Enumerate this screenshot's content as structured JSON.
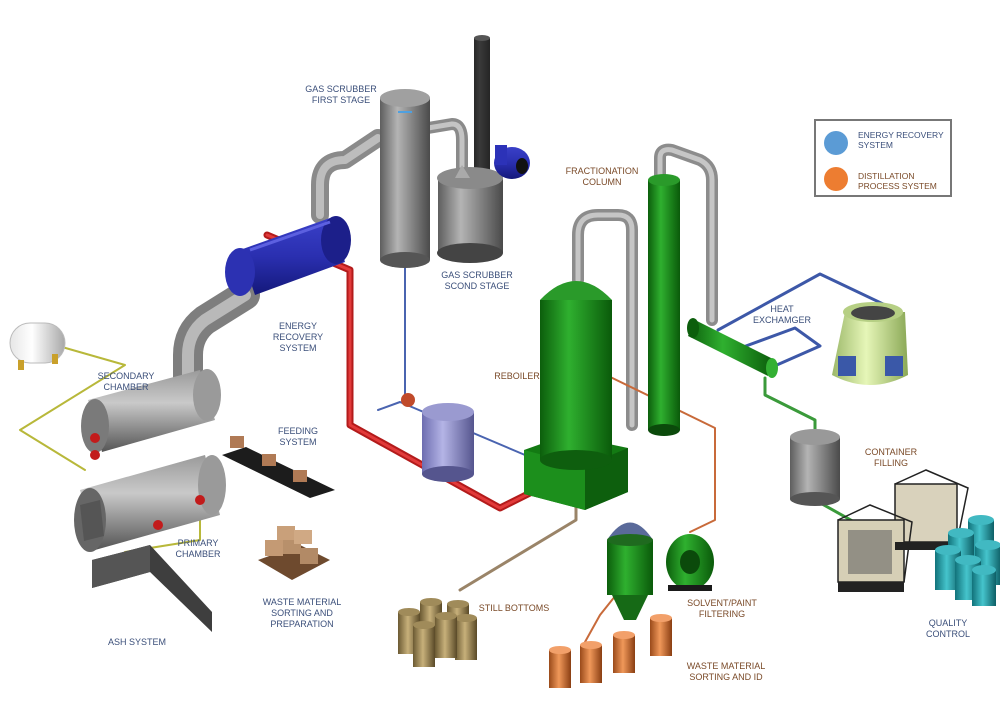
{
  "labels": {
    "gas_scrubber_first": "GAS SCRUBBER\nFIRST STAGE",
    "gas_scrubber_second": "GAS SCRUBBER\nSCOND STAGE",
    "fractionation_column": "FRACTIONATION\nCOLUMN",
    "energy_recovery": "ENERGY\nRECOVERY\nSYSTEM",
    "reboiler": "REBOILER",
    "heat_exchanger": "HEAT\nEXCHAMGER",
    "secondary_chamber": "SECONDARY\nCHAMBER",
    "feeding_system": "FEEDING\nSYSTEM",
    "container_filling": "CONTAINER\nFILLING",
    "primary_chamber": "PRIMARY\nCHAMBER",
    "waste_sorting_prep": "WASTE MATERIAL\nSORTING AND\nPREPARATION",
    "still_bottoms": "STILL BOTTOMS",
    "solvent_filtering": "SOLVENT/PAINT\nFILTERING",
    "quality_control": "QUALITY\nCONTROL",
    "ash_system": "ASH SYSTEM",
    "waste_sorting_id": "WASTE MATERIAL\nSORTING AND ID"
  },
  "legend": {
    "items": [
      {
        "label": "ENERGY RECOVERY\nSYSTEM",
        "color": "#5b9bd5"
      },
      {
        "label": "DISTILLATION\nPROCESS SYSTEM",
        "color": "#ed7d31"
      }
    ]
  },
  "colors": {
    "blue_label": "#3b4f7a",
    "brown_label": "#7a4a28"
  }
}
